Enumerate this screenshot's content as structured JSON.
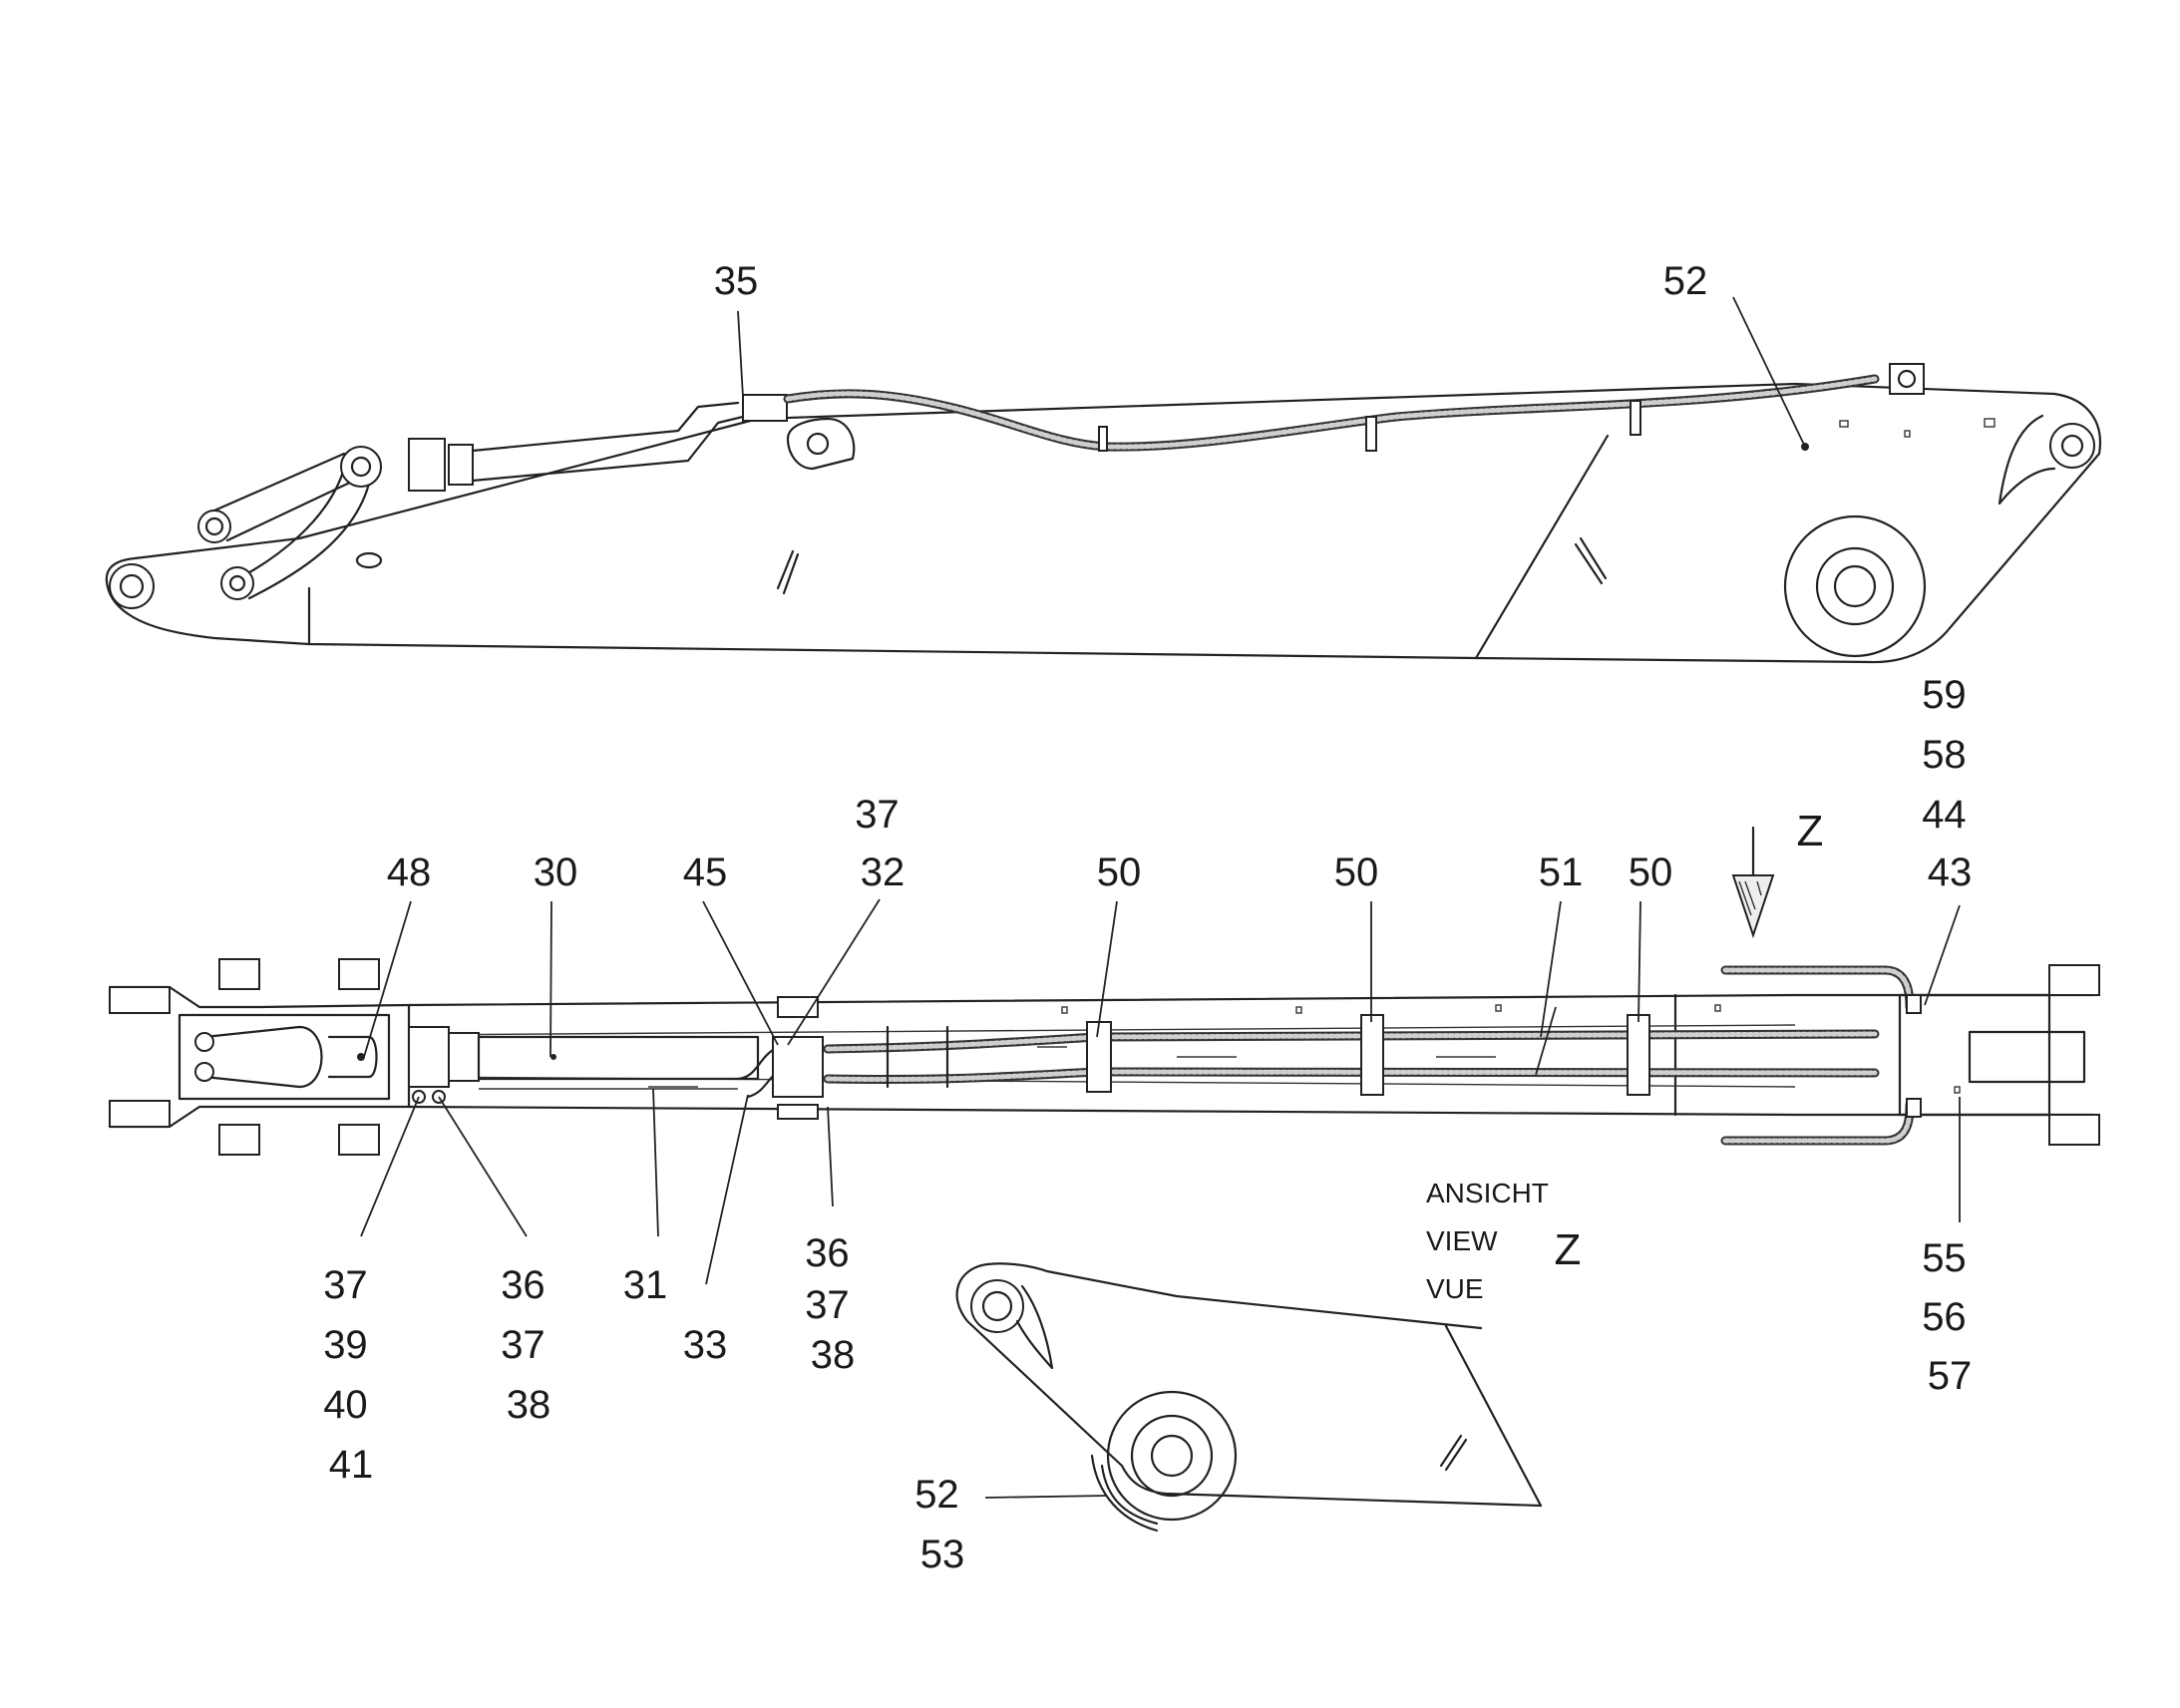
{
  "callouts": [
    {
      "id": "c-35",
      "lines": [
        "35"
      ]
    },
    {
      "id": "c-52-top",
      "lines": [
        "52"
      ]
    },
    {
      "id": "c-59-43",
      "lines": [
        "59",
        "58",
        "44",
        "43"
      ]
    },
    {
      "id": "c-37-32",
      "lines": [
        "37",
        "32"
      ]
    },
    {
      "id": "c-48",
      "lines": [
        "48"
      ]
    },
    {
      "id": "c-30",
      "lines": [
        "30"
      ]
    },
    {
      "id": "c-45",
      "lines": [
        "45"
      ]
    },
    {
      "id": "c-50-a",
      "lines": [
        "50"
      ]
    },
    {
      "id": "c-50-b",
      "lines": [
        "50"
      ]
    },
    {
      "id": "c-51",
      "lines": [
        "51"
      ]
    },
    {
      "id": "c-50-c",
      "lines": [
        "50"
      ]
    },
    {
      "id": "c-37-41",
      "lines": [
        "37",
        "39",
        "40",
        "41"
      ]
    },
    {
      "id": "c-36-38",
      "lines": [
        "36",
        "37",
        "38"
      ]
    },
    {
      "id": "c-31",
      "lines": [
        "31"
      ]
    },
    {
      "id": "c-33",
      "lines": [
        "33"
      ]
    },
    {
      "id": "c-36-38-b",
      "lines": [
        "36",
        "37",
        "38"
      ]
    },
    {
      "id": "c-55-57",
      "lines": [
        "55",
        "56",
        "57"
      ]
    },
    {
      "id": "c-52-53",
      "lines": [
        "52",
        "53"
      ]
    }
  ],
  "view_arrow_label": "Z",
  "view_caption": {
    "lines": [
      "ANSICHT",
      "VIEW",
      "VUE"
    ],
    "letter": "Z"
  }
}
